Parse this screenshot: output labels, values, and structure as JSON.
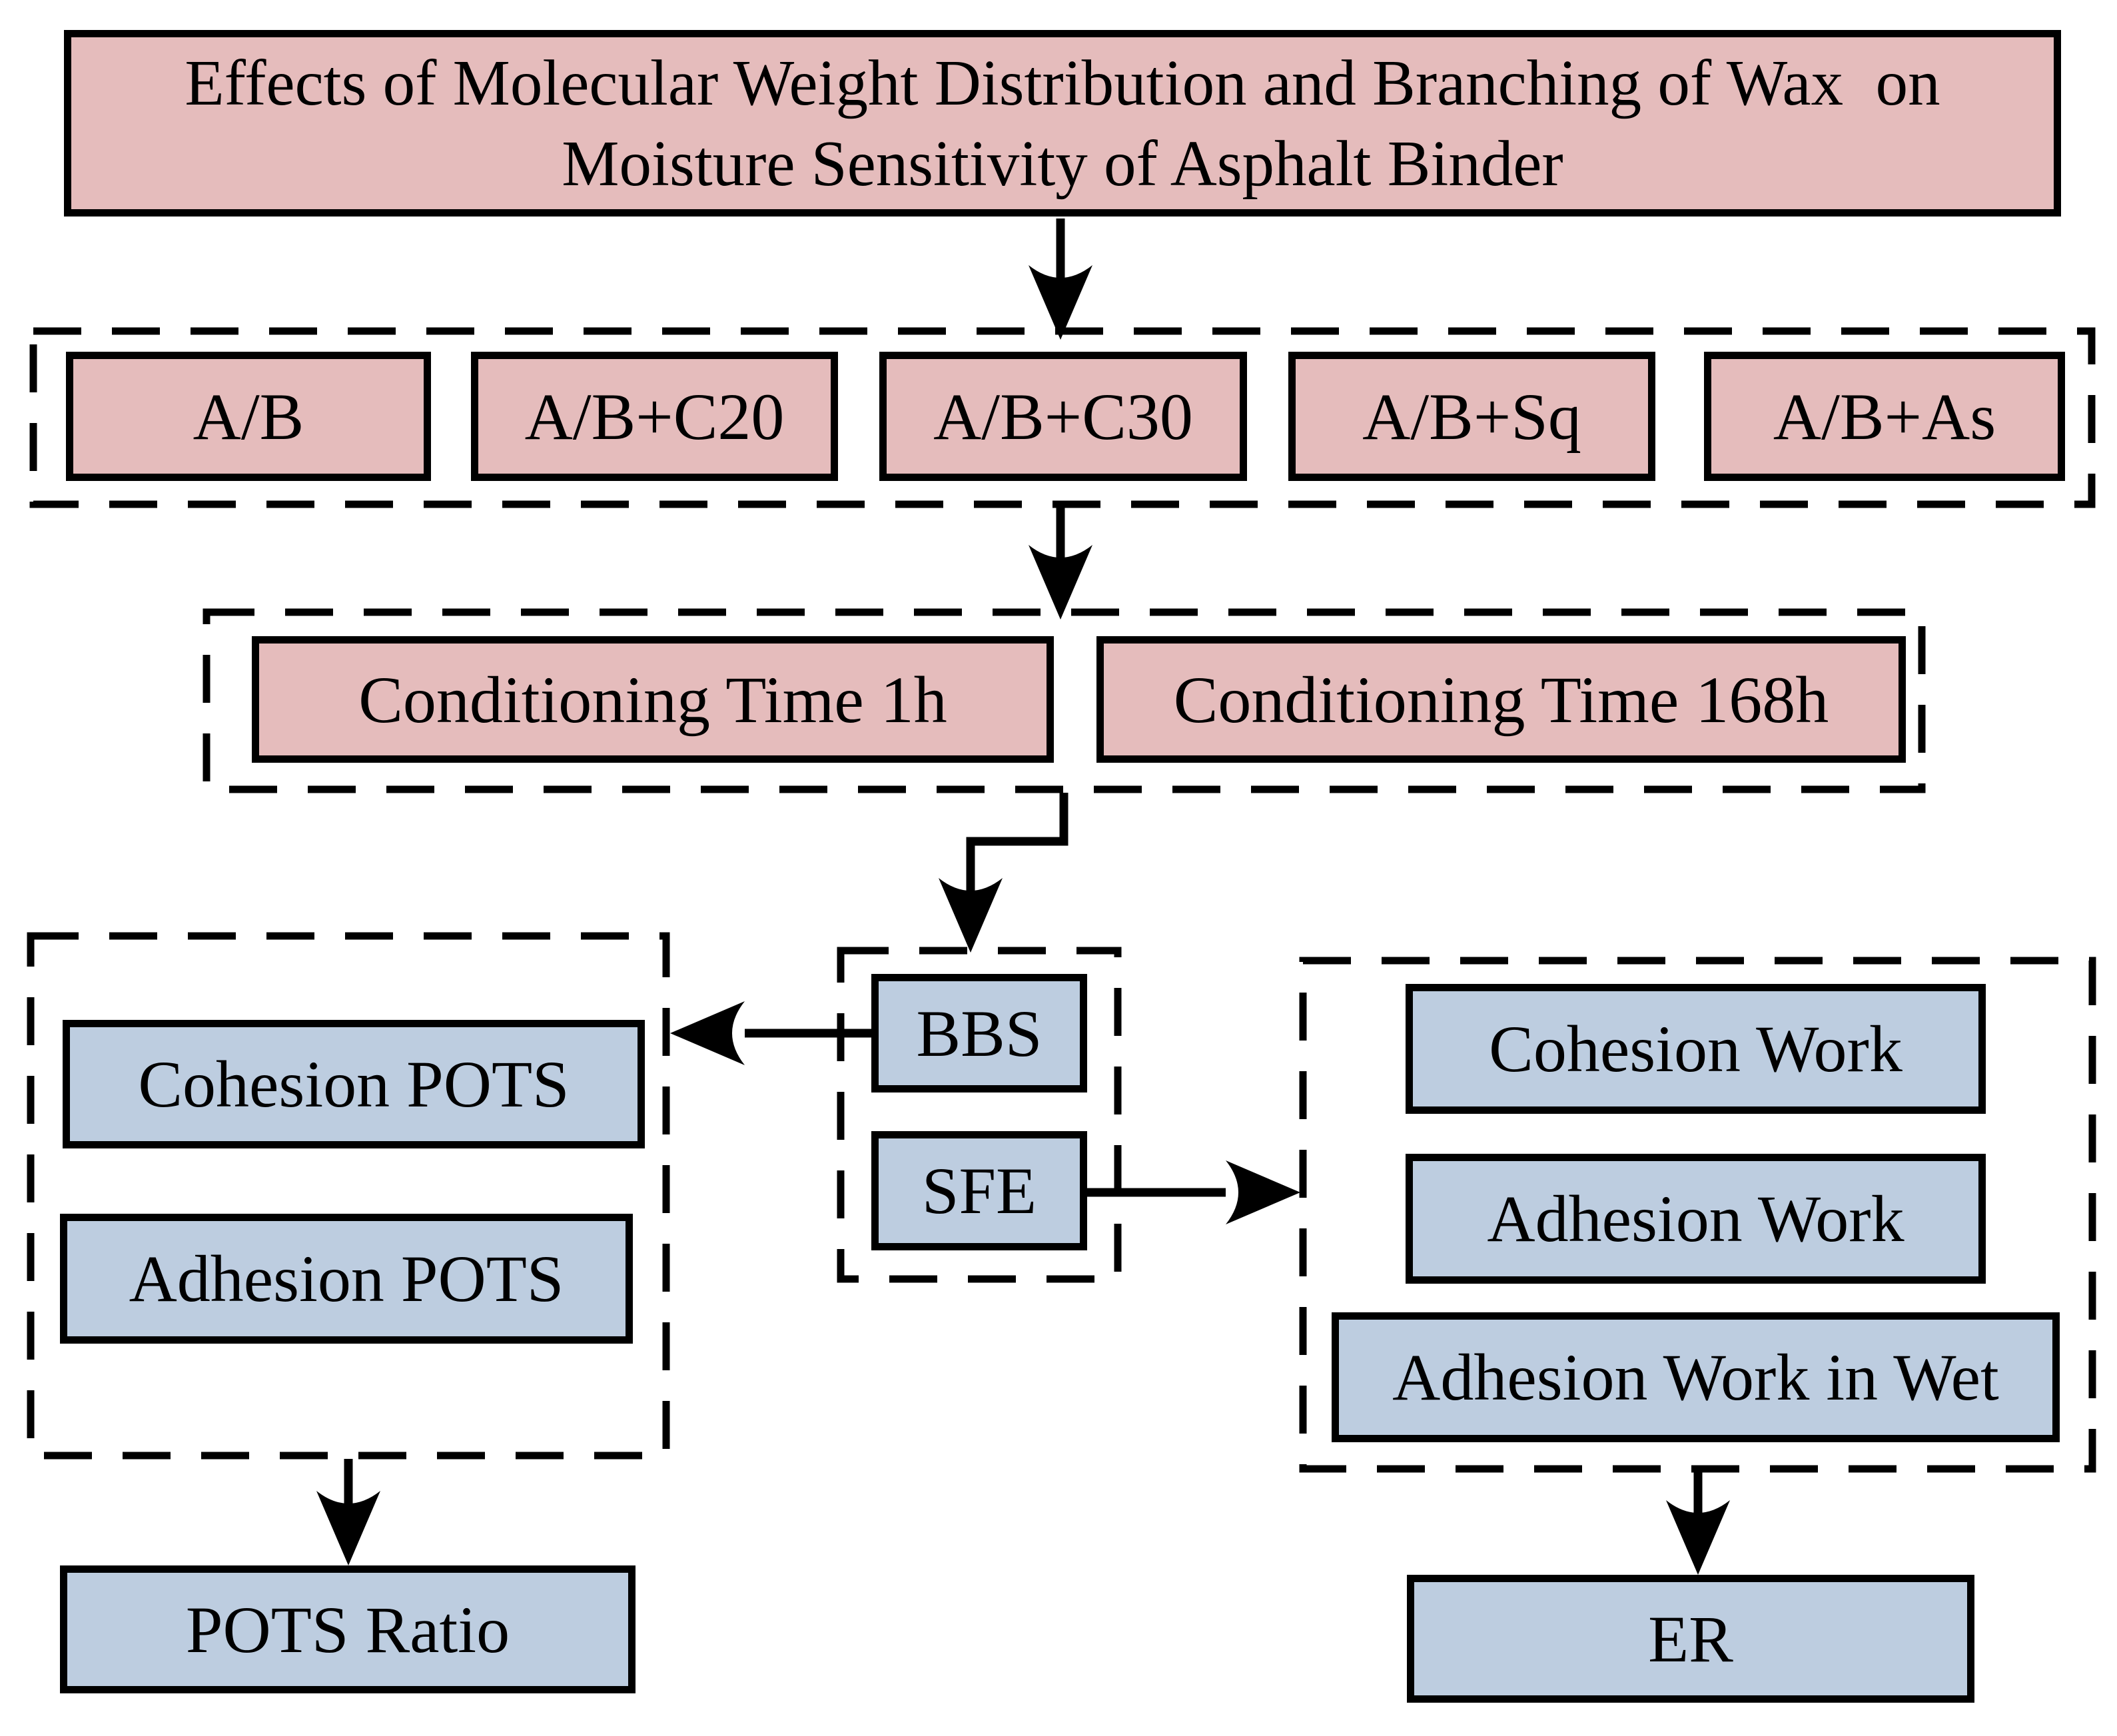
{
  "colors": {
    "box_pink": "#e5bcbc",
    "box_blue": "#bdcde0",
    "line_black": "#000000",
    "background": "#ffffff"
  },
  "title_box": {
    "line1": "Effects of Molecular Weight Distribution and Branching of Wax  on",
    "line2": "Moisture Sensitivity of Asphalt Binder"
  },
  "binder_group": {
    "items": [
      {
        "label": "A/B"
      },
      {
        "label": "A/B+C20"
      },
      {
        "label": "A/B+C30"
      },
      {
        "label": "A/B+Sq"
      },
      {
        "label": "A/B+As"
      }
    ]
  },
  "conditioning_group": {
    "items": [
      {
        "label": "Conditioning Time 1h"
      },
      {
        "label": "Conditioning Time 168h"
      }
    ]
  },
  "test_group": {
    "bbs_label": "BBS",
    "sfe_label": "SFE"
  },
  "pots_group": {
    "cohesion_label": "Cohesion POTS",
    "adhesion_label": "Adhesion POTS"
  },
  "pots_result_label": "POTS Ratio",
  "work_group": {
    "cohesion_label": "Cohesion Work",
    "adhesion_label": "Adhesion Work",
    "adhesion_wet_label": "Adhesion Work in Wet"
  },
  "work_result_label": "ER"
}
